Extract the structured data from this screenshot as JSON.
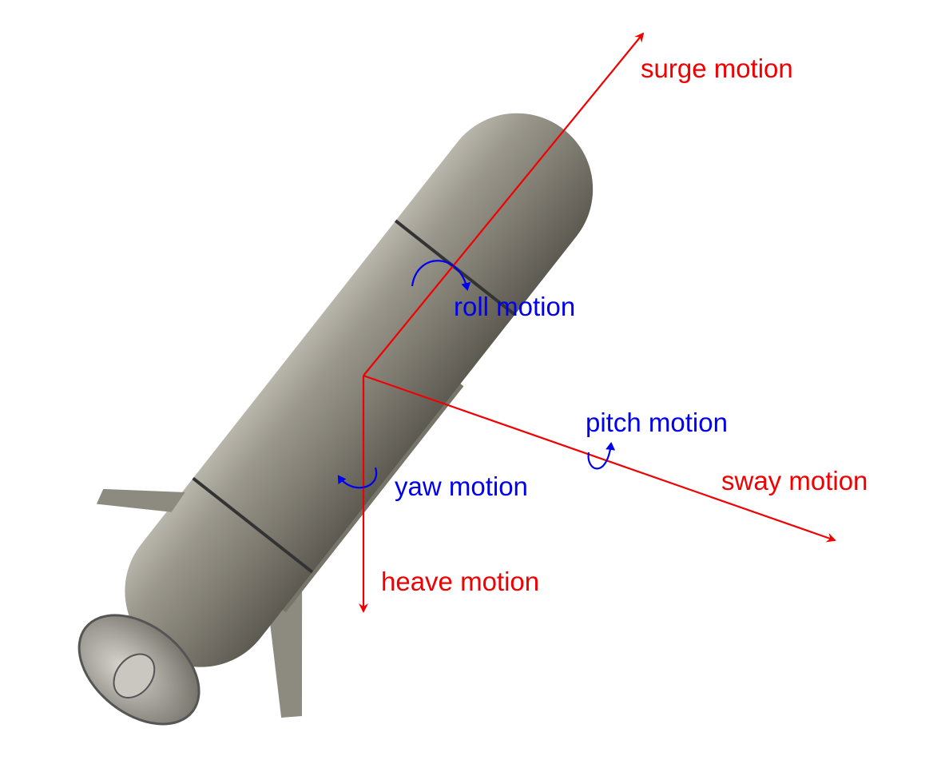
{
  "labels": {
    "surge": "surge motion",
    "sway": "sway motion",
    "heave": "heave motion",
    "roll": "roll motion",
    "pitch": "pitch motion",
    "yaw": "yaw motion"
  },
  "colors": {
    "translation": "#f00000",
    "rotation": "#0000ee",
    "hull": "#8a877c"
  }
}
